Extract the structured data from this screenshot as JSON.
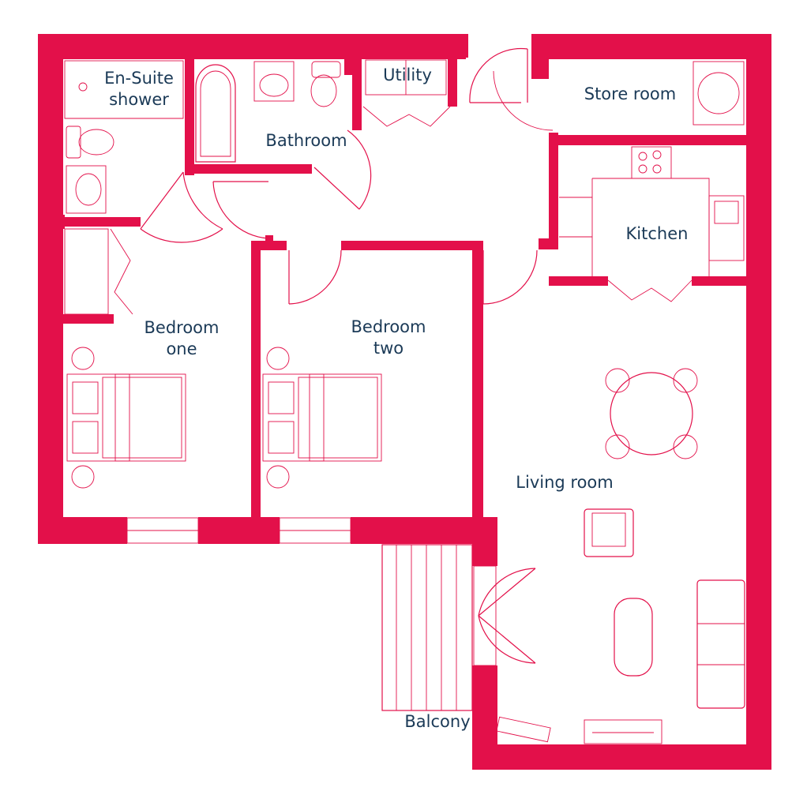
{
  "colors": {
    "wall": "#e3104a",
    "line": "#e3104a",
    "label": "#1b3a57",
    "background": "#ffffff"
  },
  "rooms": {
    "ensuite": "En-Suite\nshower",
    "bathroom": "Bathroom",
    "utility": "Utility",
    "store_room": "Store room",
    "kitchen": "Kitchen",
    "bedroom_one": "Bedroom\none",
    "bedroom_two": "Bedroom\ntwo",
    "living_room": "Living room",
    "balcony": "Balcony"
  },
  "fixtures": {
    "icons": [
      "bathtub-icon",
      "toilet-icon",
      "sink-icon",
      "shower-icon",
      "washing-machine-icon",
      "hob-icon",
      "kitchen-sink-icon",
      "double-bed-icon",
      "dining-table-icon",
      "armchair-icon",
      "sofa-icon",
      "coffee-table-icon",
      "tv-unit-icon",
      "door-swing-icon"
    ]
  }
}
